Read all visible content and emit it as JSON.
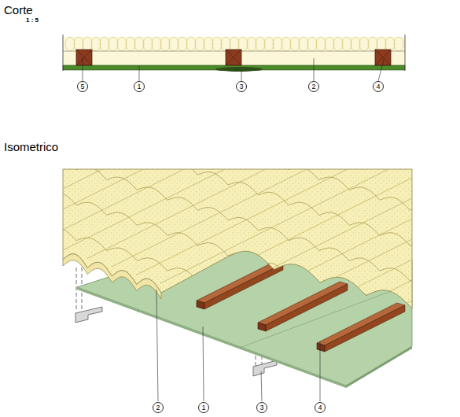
{
  "diagram": {
    "nodes": [
      {
        "text": [
          "5"
        ]
      },
      {
        "text": [
          "1"
        ]
      },
      {
        "text": [
          "3"
        ]
      },
      {
        "text": [
          "2"
        ]
      },
      {
        "text": [
          "4"
        ]
      },
      {
        "text": [
          "2"
        ]
      },
      {
        "text": [
          "1"
        ]
      },
      {
        "text": [
          "3"
        ]
      },
      {
        "text": [
          "4"
        ]
      }
    ],
    "labels": [
      "Corte",
      "1 : 5",
      "Isometrico"
    ]
  }
}
